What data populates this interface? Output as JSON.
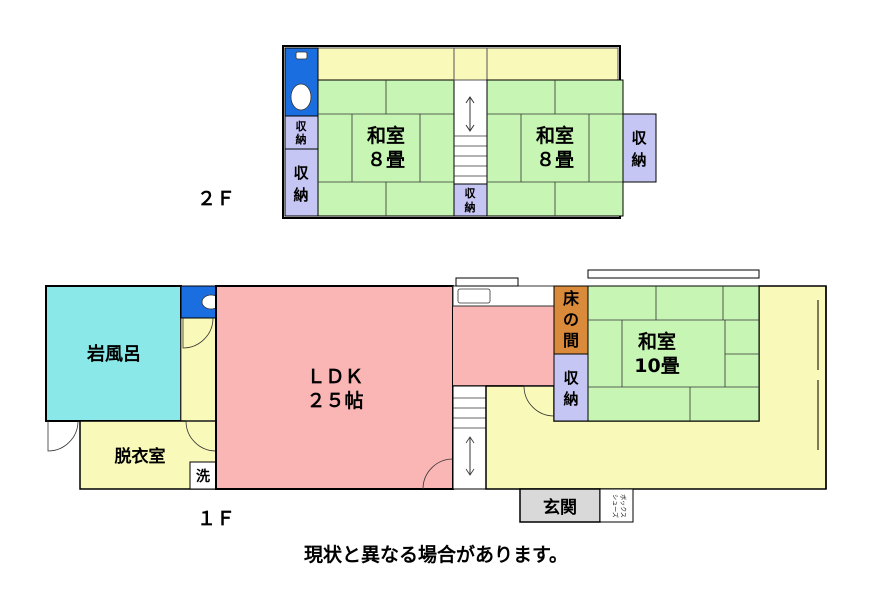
{
  "floors": {
    "second": "２Ｆ",
    "first": "１Ｆ"
  },
  "rooms": {
    "washitsu_2f_left": {
      "line1": "和室",
      "line2": "８畳"
    },
    "washitsu_2f_right": {
      "line1": "和室",
      "line2": "８畳"
    },
    "storage_2f_small": {
      "line1": "収",
      "line2": "納"
    },
    "storage_2f_left": {
      "line1": "収",
      "line2": "納"
    },
    "storage_2f_stair": {
      "line1": "収",
      "line2": "納"
    },
    "storage_2f_right": {
      "line1": "収",
      "line2": "納"
    },
    "bath": "岩風呂",
    "dressing": "脱衣室",
    "laundry": "洗",
    "ldk": {
      "line1": "ＬＤＫ",
      "line2": "２５帖"
    },
    "tokonoma": {
      "line1": "床",
      "line2": "の",
      "line3": "間"
    },
    "storage_1f": {
      "line1": "収",
      "line2": "納"
    },
    "washitsu_1f": {
      "line1": "和室",
      "line2": "10畳"
    },
    "entrance": "玄関",
    "shoebox": {
      "line1": "シューズ",
      "line2": "ボックス"
    }
  },
  "notice": "現状と異なる場合があります。",
  "colors": {
    "tatami": "#c6f5b4",
    "corridor": "#f9f9b9",
    "storage": "#c6c6f4",
    "toilet": "#1b6ee0",
    "bath": "#8ae8e8",
    "ldk": "#fab5b5",
    "tokonoma": "#d98a3a",
    "entrance": "#d9d9d9"
  }
}
